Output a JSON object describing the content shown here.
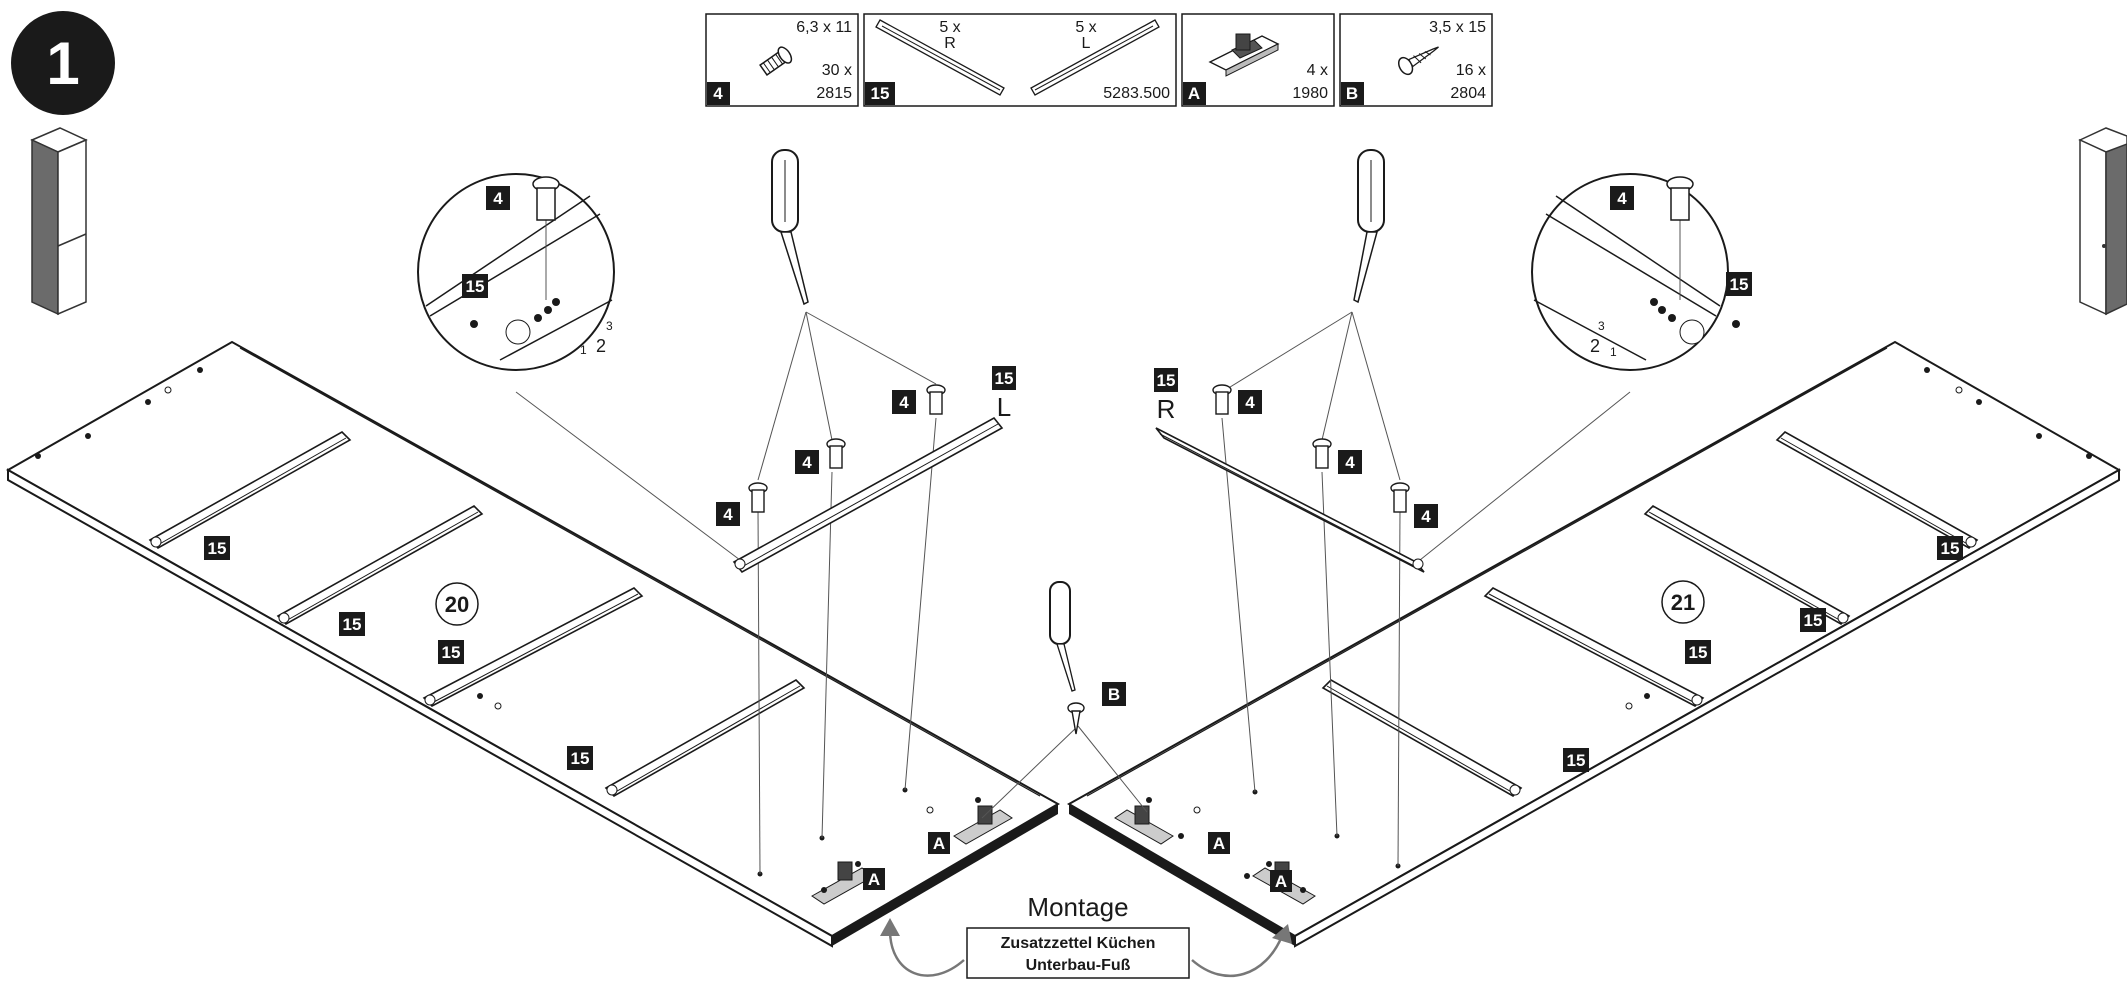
{
  "step": {
    "number": "1"
  },
  "parts": [
    {
      "id": "4",
      "size": "6,3 x 11",
      "qty": "30 x",
      "code": "2815",
      "icon": "screw-icon"
    },
    {
      "id": "15",
      "left_qty": "5 x",
      "left_side": "R",
      "right_qty": "5 x",
      "right_side": "L",
      "code": "5283.500",
      "icon": "drawer-rail-icon"
    },
    {
      "id": "A",
      "qty": "4 x",
      "code": "1980",
      "icon": "foot-bracket-icon"
    },
    {
      "id": "B",
      "size": "3,5 x 15",
      "qty": "16 x",
      "code": "2804",
      "icon": "wood-screw-icon"
    }
  ],
  "panels": {
    "left": "20",
    "right": "21"
  },
  "detail": {
    "left": {
      "screw": "4",
      "rail": "15",
      "hole_labels": [
        "1",
        "2",
        "3"
      ]
    },
    "right": {
      "screw": "4",
      "rail": "15",
      "hole_labels": [
        "3",
        "2",
        "1"
      ]
    }
  },
  "rail_labels": {
    "left_side": "L",
    "right_side": "R"
  },
  "callouts": {
    "screw": "4",
    "rail": "15",
    "bracket": "A",
    "wood_screw": "B"
  },
  "montage": {
    "title": "Montage",
    "line1": "Zusatzzettel Küchen",
    "line2": "Unterbau-Fuß"
  },
  "colors": {
    "ink": "#1a1a1a",
    "panel_edge": "#1a1a1a",
    "cabinet_gray": "#6b6b6b",
    "arrow_gray": "#777777"
  }
}
